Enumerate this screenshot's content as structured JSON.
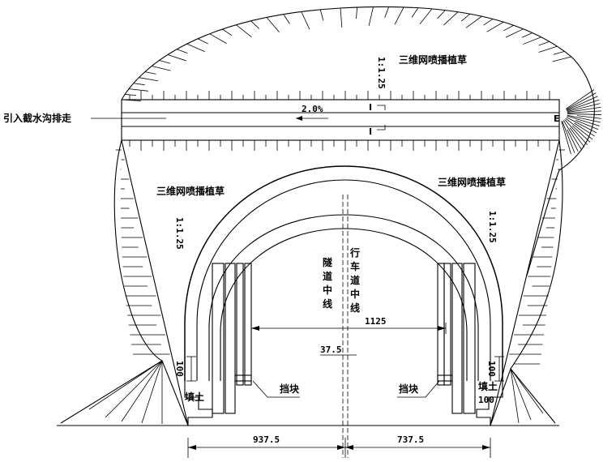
{
  "labels": {
    "grass_top": "三维网喷播植草",
    "grass_left": "三维网喷播植草",
    "grass_right": "三维网喷播植草",
    "drain_note": "引入截水沟排走",
    "slope_top": "1:1.25",
    "slope_left": "1:1.25",
    "slope_right": "1:1.25",
    "gradient": "2.0%",
    "section_mark_top": "I",
    "section_mark_bottom": "I",
    "tunnel_centerline": "隧道中线",
    "lane_centerline": "行车道中线",
    "dim_inner_width": "1125",
    "dim_offset": "37.5",
    "dim_left": "937.5",
    "dim_right": "737.5",
    "dim_left_100": "100",
    "dim_right_100a": "100",
    "dim_right_100b": "100",
    "fill_left": "填土",
    "fill_right": "填土",
    "block_left": "挡块",
    "block_right": "挡块"
  }
}
